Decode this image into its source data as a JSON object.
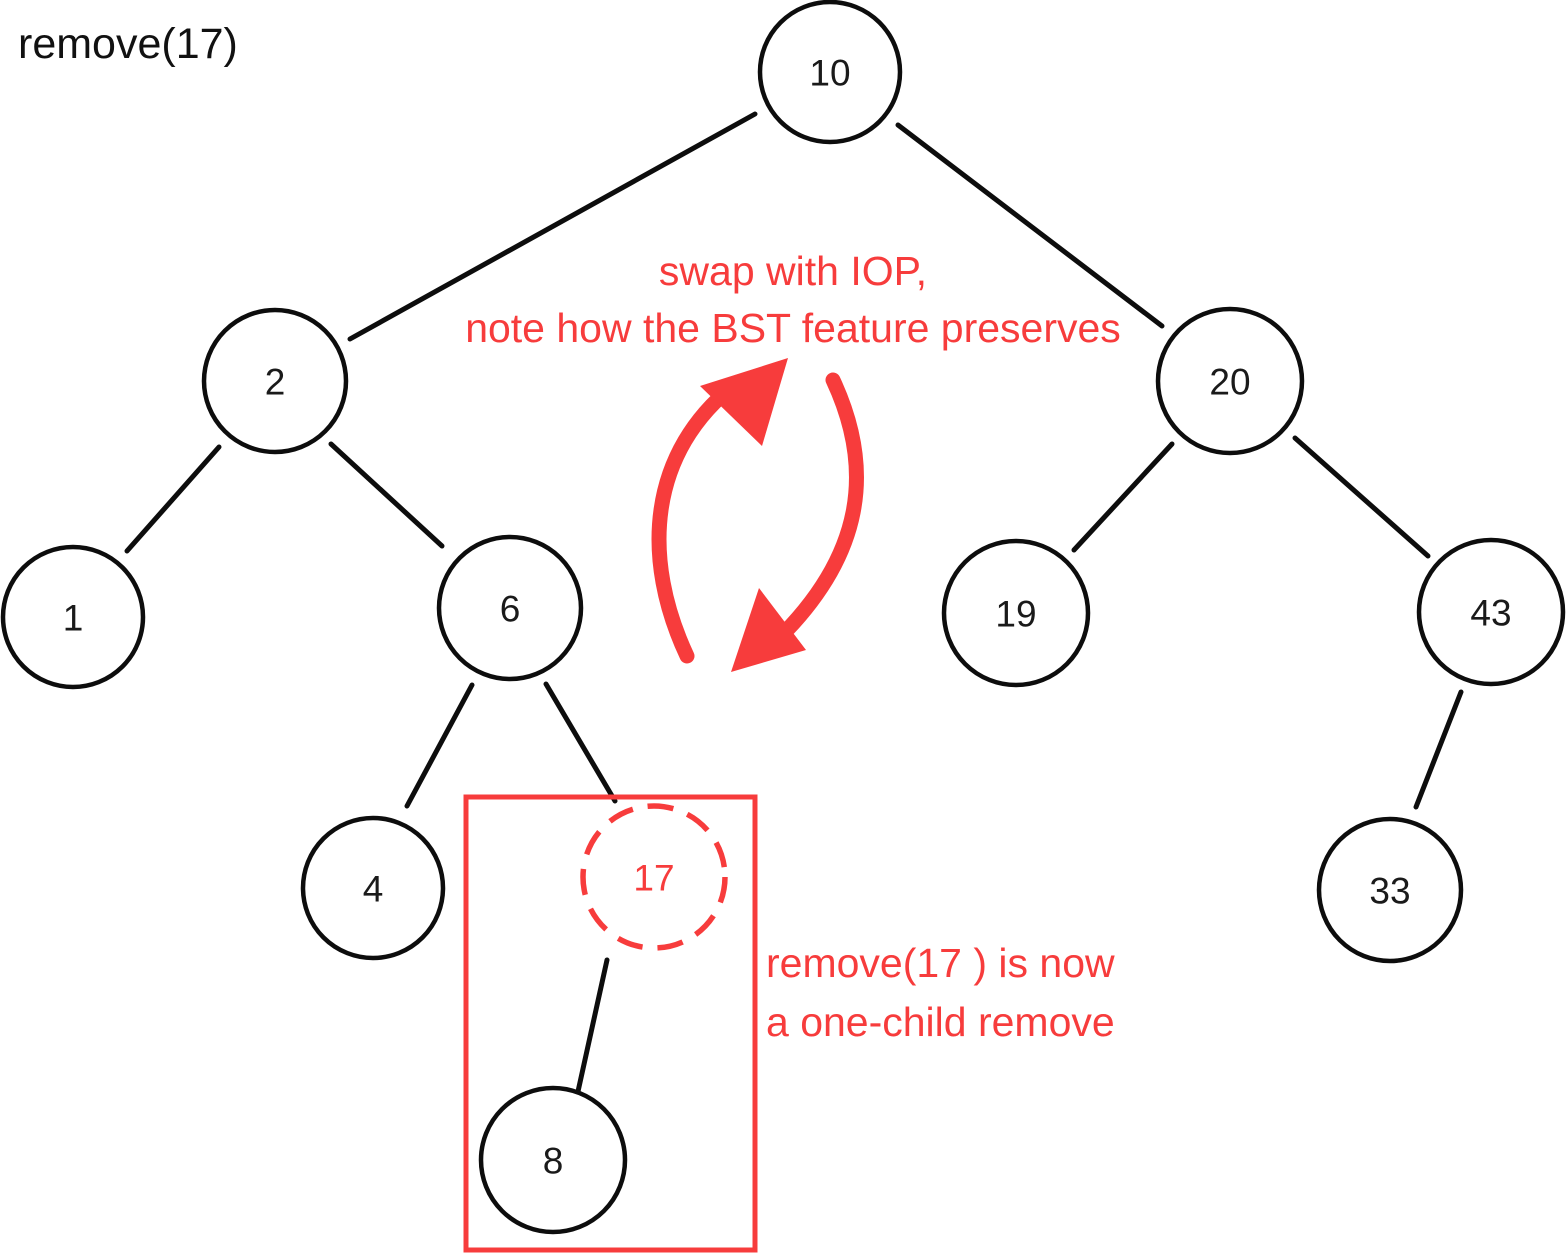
{
  "page": {
    "title": "remove(17)"
  },
  "colors": {
    "accent_red": "#f73c3c",
    "tree_black": "#0d0d0d",
    "background": "#ffffff"
  },
  "icons": {
    "swap-arrows-icon": "two curved red arrows forming a cycle (swap)"
  },
  "tree": {
    "nodes": {
      "n10": {
        "label": "10"
      },
      "n2": {
        "label": "2"
      },
      "n20": {
        "label": "20"
      },
      "n1": {
        "label": "1"
      },
      "n6": {
        "label": "6"
      },
      "n19": {
        "label": "19"
      },
      "n43": {
        "label": "43"
      },
      "n4": {
        "label": "4"
      },
      "n17": {
        "label": "17",
        "emphasized": true,
        "style_note": "dashed red outline, inside red highlight box"
      },
      "n33": {
        "label": "33"
      },
      "n8": {
        "label": "8",
        "style_note": "inside red highlight box"
      }
    },
    "edges": [
      [
        "10",
        "2"
      ],
      [
        "10",
        "20"
      ],
      [
        "2",
        "1"
      ],
      [
        "2",
        "6"
      ],
      [
        "6",
        "4"
      ],
      [
        "6",
        "17"
      ],
      [
        "17",
        "8"
      ],
      [
        "20",
        "19"
      ],
      [
        "20",
        "43"
      ],
      [
        "43",
        "33"
      ]
    ]
  },
  "annotations": {
    "swap_note": {
      "line1": "swap with IOP,",
      "line2": "note how the BST feature preserves"
    },
    "remove_note": {
      "line1": "remove(17 ) is now",
      "line2": "a one-child remove"
    }
  }
}
